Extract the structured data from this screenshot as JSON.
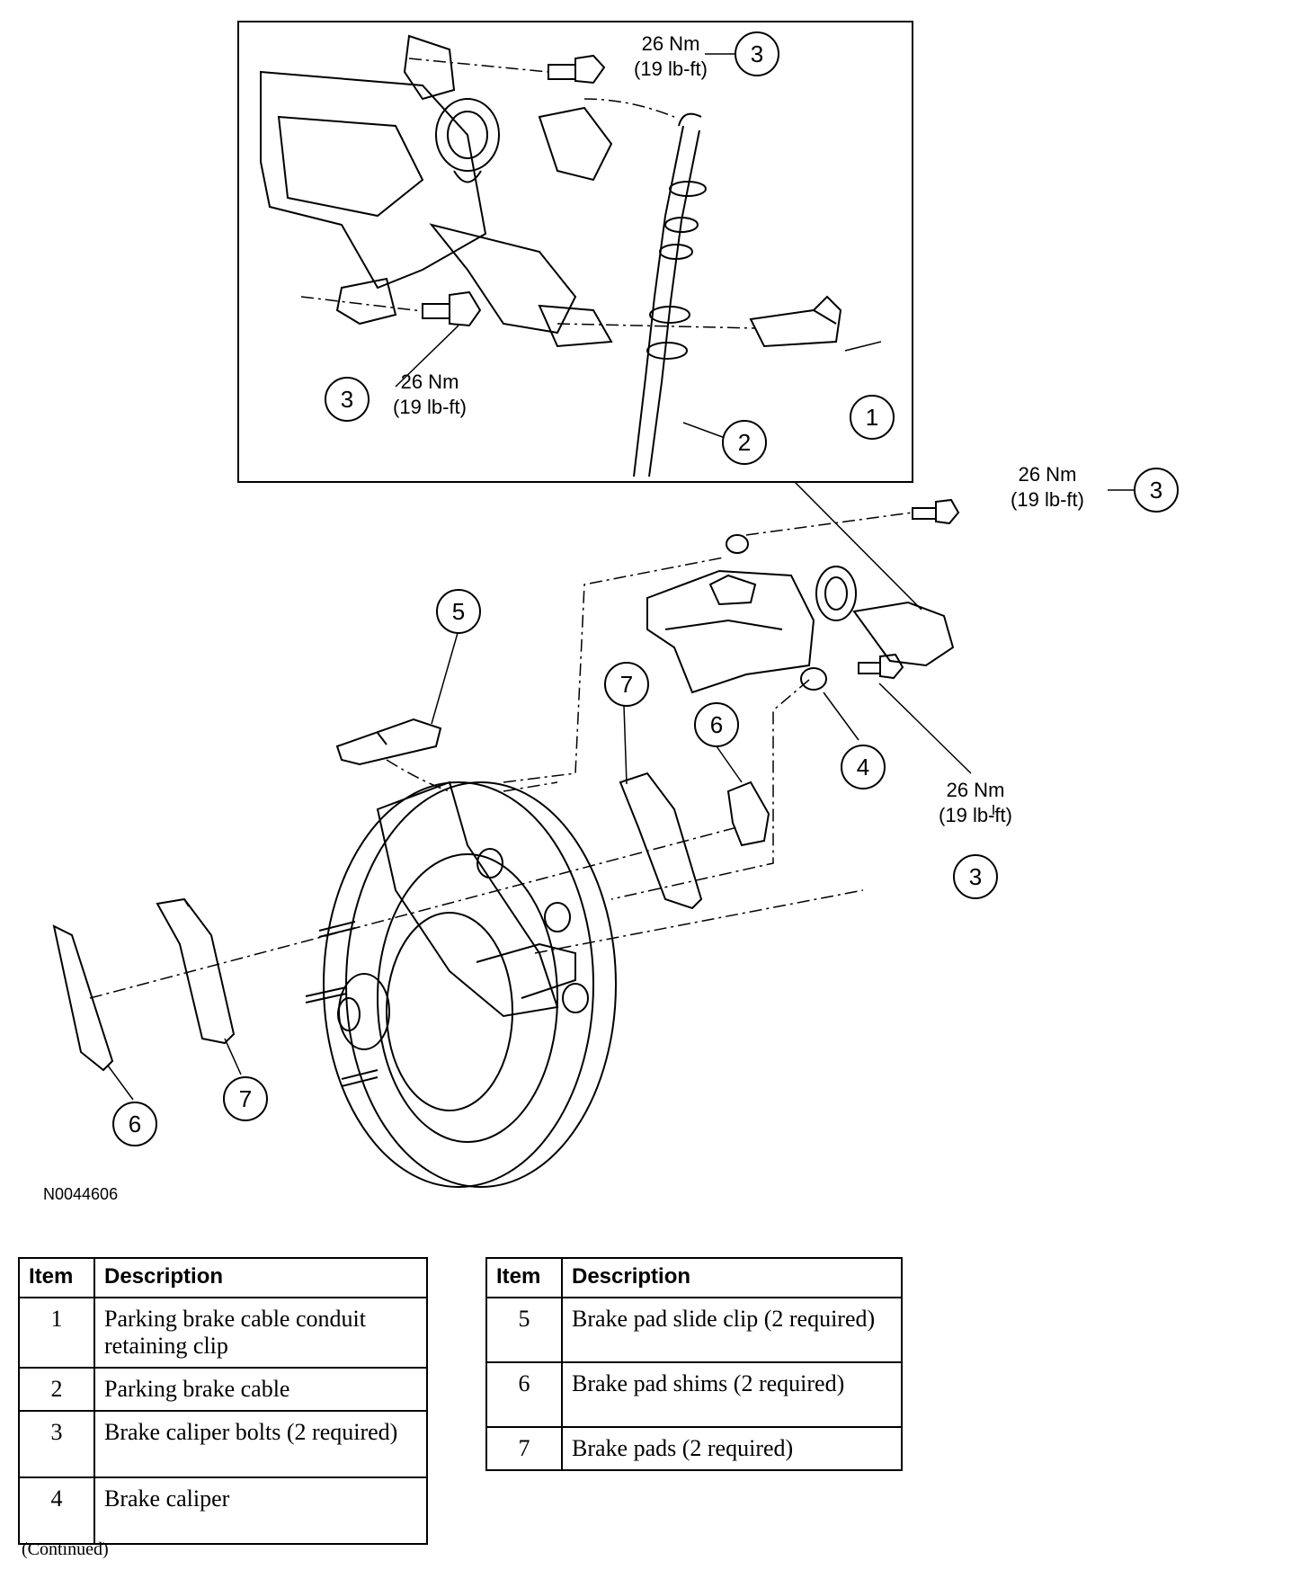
{
  "callouts": {
    "torque_nm": "26 Nm",
    "torque_lbft": "(19 lb-ft)",
    "numbers": [
      "1",
      "2",
      "3",
      "4",
      "5",
      "6",
      "7"
    ]
  },
  "figure_id": "N0044606",
  "legend_left": {
    "headers": [
      "Item",
      "Description"
    ],
    "rows": [
      {
        "item": "1",
        "description": "Parking brake cable conduit retaining clip"
      },
      {
        "item": "2",
        "description": "Parking brake cable"
      },
      {
        "item": "3",
        "description": "Brake caliper bolts (2 required)"
      },
      {
        "item": "4",
        "description": "Brake caliper"
      }
    ]
  },
  "legend_right": {
    "headers": [
      "Item",
      "Description"
    ],
    "rows": [
      {
        "item": "5",
        "description": "Brake pad slide clip (2 required)"
      },
      {
        "item": "6",
        "description": "Brake pad shims (2 required)"
      },
      {
        "item": "7",
        "description": "Brake pads (2 required)"
      }
    ]
  },
  "footer": "(Continued)"
}
